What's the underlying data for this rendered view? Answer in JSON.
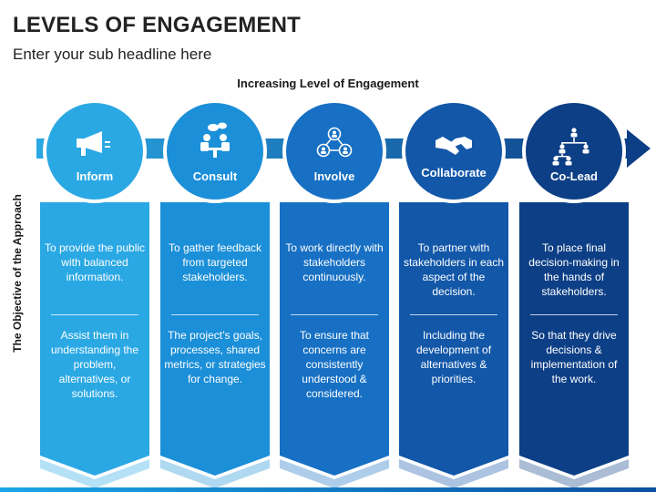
{
  "header": {
    "title": "LEVELS OF ENGAGEMENT",
    "subtitle": "Enter your sub headline here"
  },
  "arrow_label": "Increasing Level of Engagement",
  "side_label": "The Objective of the Approach",
  "colors": {
    "stage1": "#2aa8e4",
    "stage2": "#1b8fd8",
    "stage3": "#1770c4",
    "stage4": "#1257a8",
    "stage5": "#0d3f86",
    "arrow": "#1f7fd0"
  },
  "stages": [
    {
      "label": "Inform",
      "icon": "megaphone-icon",
      "objective": "To provide the public with balanced information.",
      "approach": "Assist them in understanding the problem, alternatives, or solutions."
    },
    {
      "label": "Consult",
      "icon": "meeting-icon",
      "objective": "To gather feedback from targeted stakeholders.",
      "approach": "The project’s goals, processes, shared metrics, or strategies for change."
    },
    {
      "label": "Involve",
      "icon": "network-people-icon",
      "objective": "To work directly with stakeholders continuously.",
      "approach": "To ensure that concerns are consistently understood & considered."
    },
    {
      "label": "Collaborate",
      "icon": "handshake-icon",
      "objective": "To partner with stakeholders in each aspect of the decision.",
      "approach": "Including the development of alternatives & priorities."
    },
    {
      "label": "Co-Lead",
      "icon": "org-chart-icon",
      "objective": "To place final decision-making in the hands of stakeholders.",
      "approach": "So that they drive decisions & implementation of the work."
    }
  ]
}
